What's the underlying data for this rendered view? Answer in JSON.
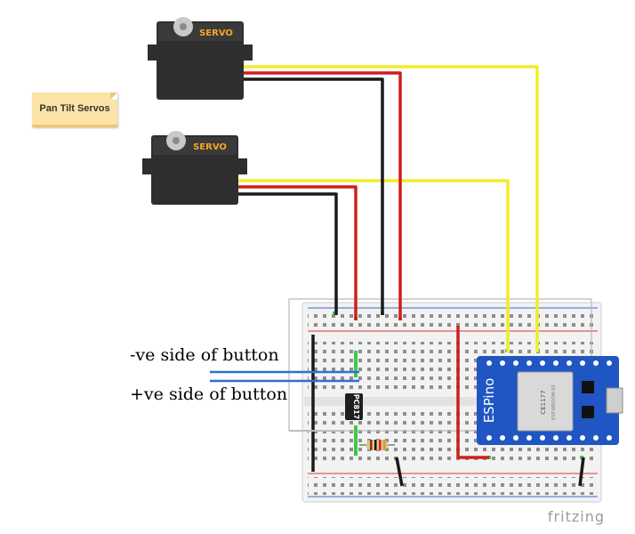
{
  "diagram": {
    "note_label": "Pan Tilt Servos",
    "servo_label": "SERVO",
    "button_labels": {
      "negative": "-ve side of button",
      "positive": "+ve side of button"
    },
    "optocoupler_label": "PC817",
    "board": {
      "name": "ESPino",
      "module_text": "CE1177",
      "module_subtext": "ESP-WROOM-02"
    },
    "watermark": "fritzing"
  },
  "colors": {
    "wire_yellow": "#f2ec2a",
    "wire_red": "#d01e1e",
    "wire_black": "#1a1a1a",
    "wire_blue": "#2f6fd6",
    "board_blue": "#1f56c3",
    "breadboard": "#f2f2f2",
    "servo_body": "#2e2e2e",
    "servo_label": "#f5a623"
  }
}
